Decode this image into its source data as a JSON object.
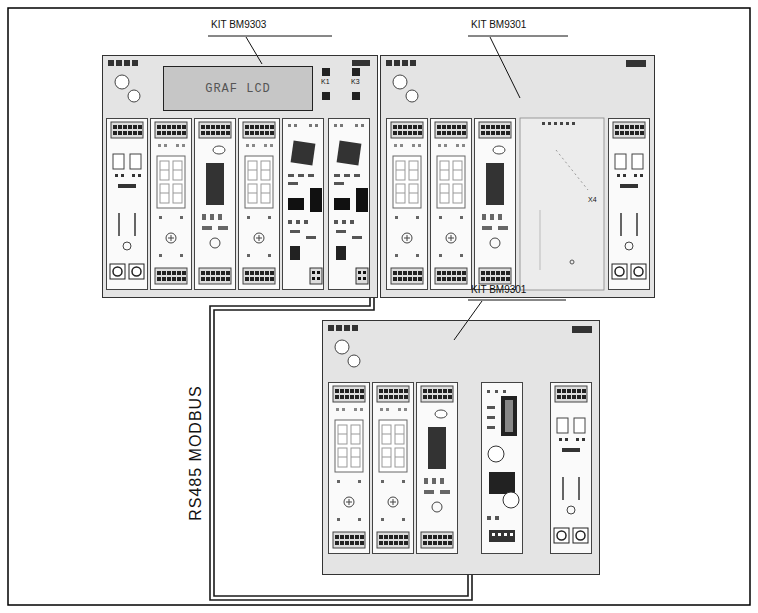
{
  "diagram": {
    "nodes": [
      {
        "text": [
          "KIT BM9303"
        ]
      },
      {
        "text": [
          "GRAF LCD"
        ],
        "in": 0
      },
      {
        "text": [
          "KIT BM9301"
        ]
      },
      {
        "text": [
          "KIT BM9301"
        ]
      }
    ],
    "edges": [
      {
        "from": 0,
        "to": 3,
        "arrow": "none",
        "label": "RS485 MODBUS"
      }
    ],
    "labels": [
      "K1",
      "K3",
      "X4"
    ]
  }
}
